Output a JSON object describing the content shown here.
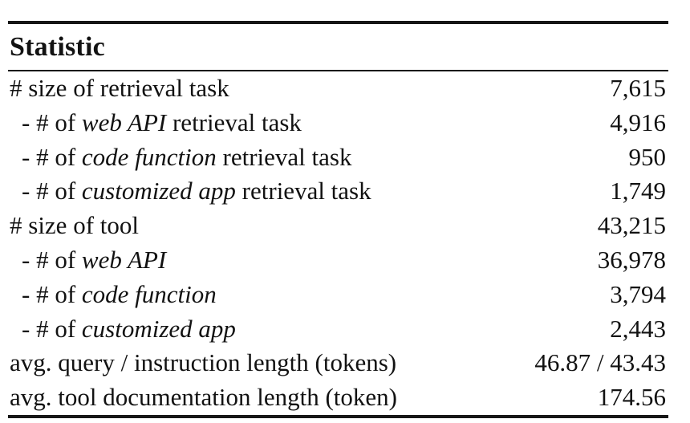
{
  "page": {
    "background_color": "#ffffff",
    "text_color": "#121212",
    "rule_color": "#161616"
  },
  "table": {
    "header": "Statistic",
    "rows": [
      {
        "indent": false,
        "parts": [
          {
            "text": "# size of retrieval task",
            "italic": false
          }
        ],
        "value": "7,615"
      },
      {
        "indent": true,
        "parts": [
          {
            "text": "- # of ",
            "italic": false
          },
          {
            "text": "web API",
            "italic": true
          },
          {
            "text": " retrieval task",
            "italic": false
          }
        ],
        "value": "4,916"
      },
      {
        "indent": true,
        "parts": [
          {
            "text": "- # of ",
            "italic": false
          },
          {
            "text": "code function",
            "italic": true
          },
          {
            "text": " retrieval task",
            "italic": false
          }
        ],
        "value": "950"
      },
      {
        "indent": true,
        "parts": [
          {
            "text": "- # of ",
            "italic": false
          },
          {
            "text": "customized app",
            "italic": true
          },
          {
            "text": " retrieval task",
            "italic": false
          }
        ],
        "value": "1,749"
      },
      {
        "indent": false,
        "parts": [
          {
            "text": "# size of tool",
            "italic": false
          }
        ],
        "value": "43,215"
      },
      {
        "indent": true,
        "parts": [
          {
            "text": "- # of ",
            "italic": false
          },
          {
            "text": "web API",
            "italic": true
          }
        ],
        "value": "36,978"
      },
      {
        "indent": true,
        "parts": [
          {
            "text": "- # of ",
            "italic": false
          },
          {
            "text": "code function",
            "italic": true
          }
        ],
        "value": "3,794"
      },
      {
        "indent": true,
        "parts": [
          {
            "text": "- # of ",
            "italic": false
          },
          {
            "text": "customized app",
            "italic": true
          }
        ],
        "value": "2,443"
      },
      {
        "indent": false,
        "parts": [
          {
            "text": "avg. query / instruction length (tokens)",
            "italic": false
          }
        ],
        "value": "46.87 / 43.43"
      },
      {
        "indent": false,
        "parts": [
          {
            "text": "avg. tool documentation length (token)",
            "italic": false
          }
        ],
        "value": "174.56"
      }
    ]
  }
}
